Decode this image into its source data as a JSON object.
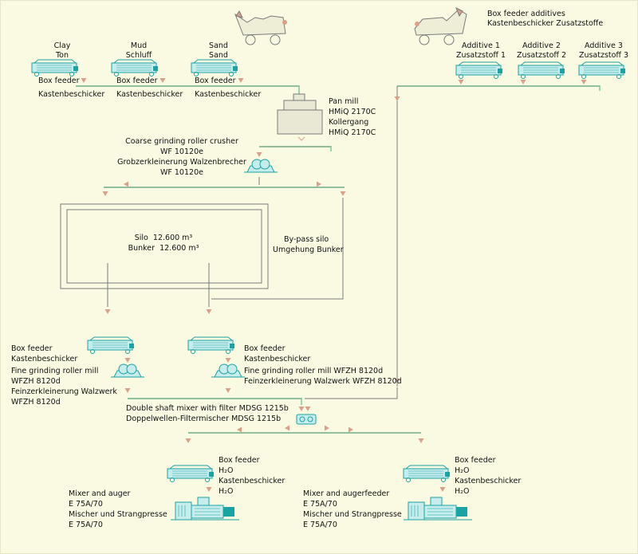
{
  "labels": {
    "clay_en": "Clay",
    "clay_de": "Ton",
    "mud_en": "Mud",
    "mud_de": "Schluff",
    "sand_en": "Sand",
    "sand_de": "Sand",
    "box_feeder": "Box feeder",
    "kastenbeschicker": "Kastenbeschicker",
    "box_feeder_additives": "Box feeder additives",
    "box_feeder_additives_de": "Kastenbeschicker Zusatzstoffe",
    "additive1": "Additive 1",
    "additive1_de": "Zusatzstoff 1",
    "additive2": "Additive 2",
    "additive2_de": "Zusatzstoff 2",
    "additive3": "Additive 3",
    "additive3_de": "Zusatzstoff 3",
    "pan_mill": "Pan mill",
    "pan_mill_model": "HMiQ 2170C",
    "kollergang": "Kollergang",
    "kollergang_model": "HMiQ 2170C",
    "coarse_crusher": "Coarse grinding roller crusher",
    "coarse_model": "WF 10120e",
    "grobzerkleinerung": "Grobzerkleinerung Walzenbrecher",
    "grob_model": "WF 10120e",
    "silo": "Silo  12.600 m³",
    "bunker": "Bunker  12.600 m³",
    "bypass": "By-pass silo",
    "umgehung": "Umgehung Bunker",
    "fine_mill": "Fine grinding roller mill",
    "fine_model": "WFZH 8120d",
    "feinzerkleinerung": "Feinzerkleinerung Walzwerk",
    "fein_model": "WFZH 8120d",
    "fine_mill_right": "Fine grinding roller mill WFZH 8120d",
    "feinzerkleinerung_right": "Feinzerkleinerung Walzwerk WFZH 8120d",
    "mixer_en": "Double shaft mixer with filter MDSG 1215b",
    "mixer_de": "Doppelwellen-Filtermischer MDSG 1215b",
    "h2o": "H₂O",
    "mixer_auger_left": "Mixer and auger",
    "mixer_auger_right": "Mixer and augerfeeder",
    "extruder_model": "E 75A/70",
    "mischer_strangpresse": "Mischer und Strangpresse"
  },
  "colors": {
    "background": "#fafae3",
    "line": "#7a7a7a",
    "arrow": "#d9a08a",
    "conveyor": "#9ad6a8",
    "machine": "#1aa3a3",
    "machine_fill": "#c6ecec"
  },
  "icons": [
    "wheel-loader-icon",
    "box-feeder-icon",
    "pan-mill-icon",
    "roller-crusher-icon",
    "mixer-icon",
    "extruder-icon"
  ]
}
